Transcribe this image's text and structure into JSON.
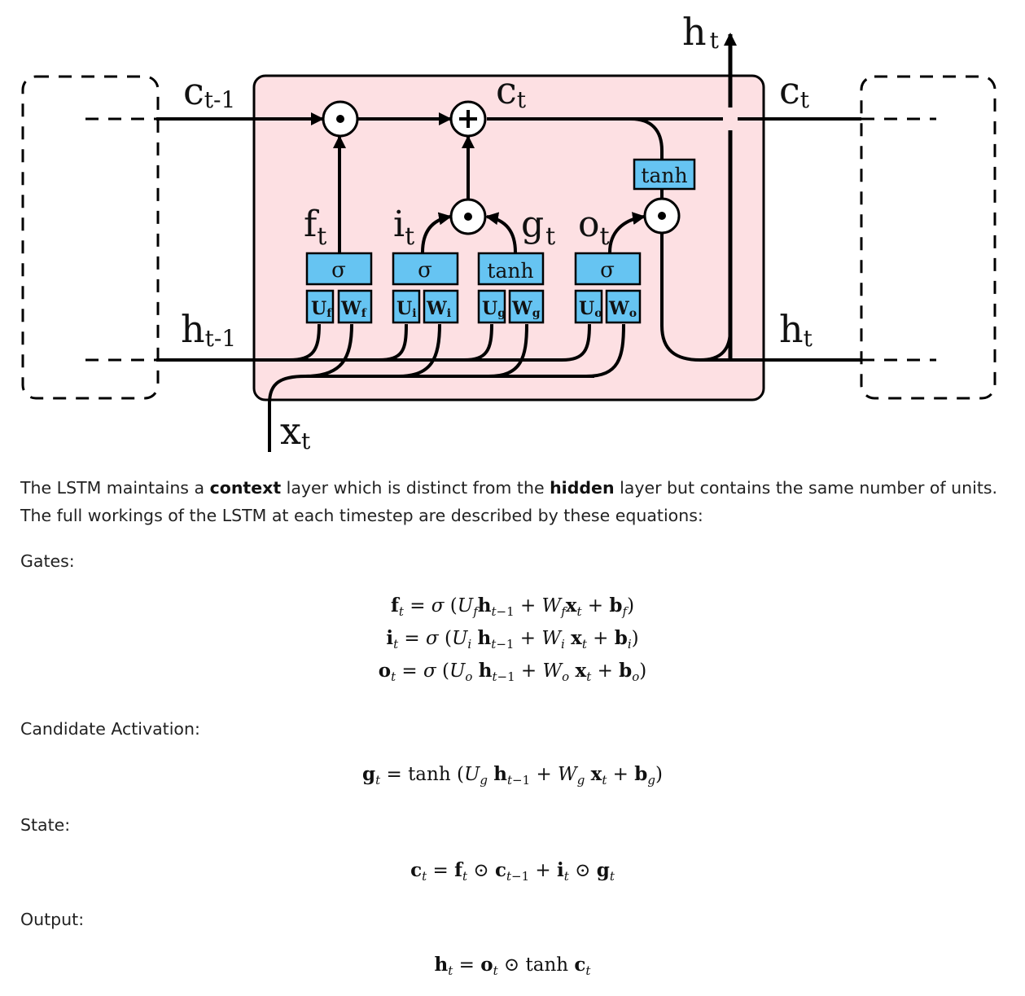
{
  "diagram": {
    "labels": {
      "c_prev": "c",
      "c_prev_sub": "t-1",
      "c_mid": "c",
      "c_mid_sub": "t",
      "c_out": "c",
      "c_out_sub": "t",
      "h_top": "h",
      "h_top_sub": "t",
      "h_prev": "h",
      "h_prev_sub": "t-1",
      "h_out": "h",
      "h_out_sub": "t",
      "x_in": "x",
      "x_in_sub": "t",
      "f": "f",
      "f_sub": "t",
      "i": "i",
      "i_sub": "t",
      "g": "g",
      "g_sub": "t",
      "o": "o",
      "o_sub": "t"
    },
    "boxes": {
      "sigma_f": "σ",
      "sigma_i": "σ",
      "tanh_g": "tanh",
      "sigma_o": "σ",
      "tanh_c": "tanh",
      "U_f": "U",
      "U_f_sub": "f",
      "W_f": "W",
      "W_f_sub": "f",
      "U_i": "U",
      "U_i_sub": "i",
      "W_i": "W",
      "W_i_sub": "i",
      "U_g": "U",
      "U_g_sub": "g",
      "W_g": "W",
      "W_g_sub": "g",
      "U_o": "U",
      "U_o_sub": "o",
      "W_o": "W",
      "W_o_sub": "o"
    },
    "colors": {
      "cell_fill": "#fde0e3",
      "gate_fill": "#66c4f2",
      "stroke": "#000000"
    }
  },
  "text": {
    "intro_1": "The LSTM maintains a ",
    "intro_bold_1": "context",
    "intro_2": " layer which is distinct from the ",
    "intro_bold_2": "hidden",
    "intro_3": " layer but contains the same number of units. The full workings of the LSTM at each timestep are described by these equations:",
    "gates_heading": "Gates:",
    "candidate_heading": "Candidate Activation:",
    "state_heading": "State:",
    "output_heading": "Output:"
  }
}
